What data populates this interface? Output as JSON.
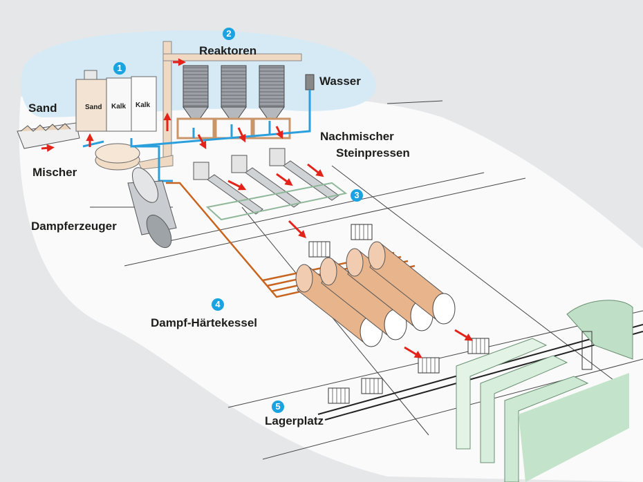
{
  "labels": {
    "sand": "Sand",
    "mischer": "Mischer",
    "dampferzeuger": "Dampferzeuger",
    "reaktoren": "Reaktoren",
    "wasser": "Wasser",
    "nachmischer": "Nachmischer",
    "steinpressen": "Steinpressen",
    "haertekessel": "Dampf-Härtekessel",
    "lagerplatz": "Lagerplatz"
  },
  "silos": [
    "Sand",
    "Kalk",
    "Kalk"
  ],
  "badges": [
    "1",
    "2",
    "3",
    "4",
    "5"
  ],
  "colors": {
    "badge": "#1aa3e0",
    "water_pipe": "#2a9fdc",
    "steam_pipe": "#c8641e",
    "arrow": "#e2231a",
    "autoclave": "#e8b48c",
    "hall": "#d8eedd",
    "sky": "#d6eaf6"
  }
}
